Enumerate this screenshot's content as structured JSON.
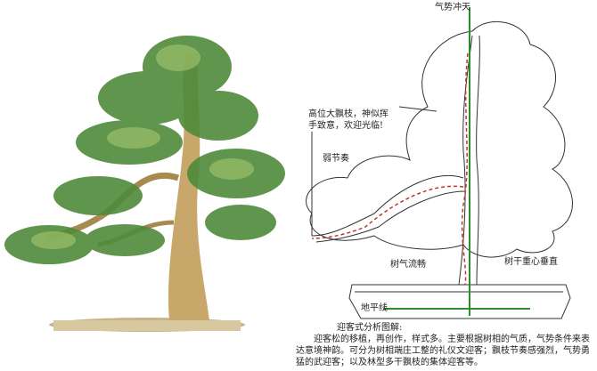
{
  "diagram": {
    "labels": {
      "sky": "气势冲天",
      "high_branch_line1": "高位大飘枝，神似挥",
      "high_branch_line2": "手致意，欢迎光临!",
      "weak_rhythm": "弱节奏",
      "flow": "树气流畅",
      "trunk_vertical": "树干重心垂直",
      "horizon": "地平线"
    },
    "caption": {
      "title": "迎客式分析图解:",
      "body": "迎客松的移植，再创作，样式多。主要根据树相的气质，气势条件来表达意境神韵。可分为树相端庄工整的礼仪文迎客；飘枝节奏感强烈，气势勇猛的武迎客；以及林型多干飘枝的集体迎客等。"
    },
    "colors": {
      "axis_green": "#2e8b2e",
      "flow_red": "#c0392b"
    }
  }
}
